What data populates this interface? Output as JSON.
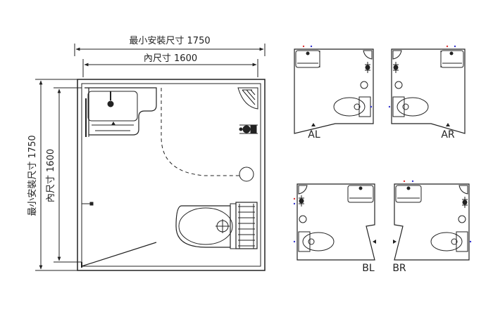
{
  "dimensions": {
    "outer_width": "最小安裝尺寸 1750",
    "inner_width": "內尺寸 1600",
    "outer_height": "最小安裝尺寸 1750",
    "inner_height": "內尺寸 1600"
  },
  "variants": [
    {
      "label": "AL"
    },
    {
      "label": "AR"
    },
    {
      "label": "BL"
    },
    {
      "label": "BR"
    }
  ]
}
